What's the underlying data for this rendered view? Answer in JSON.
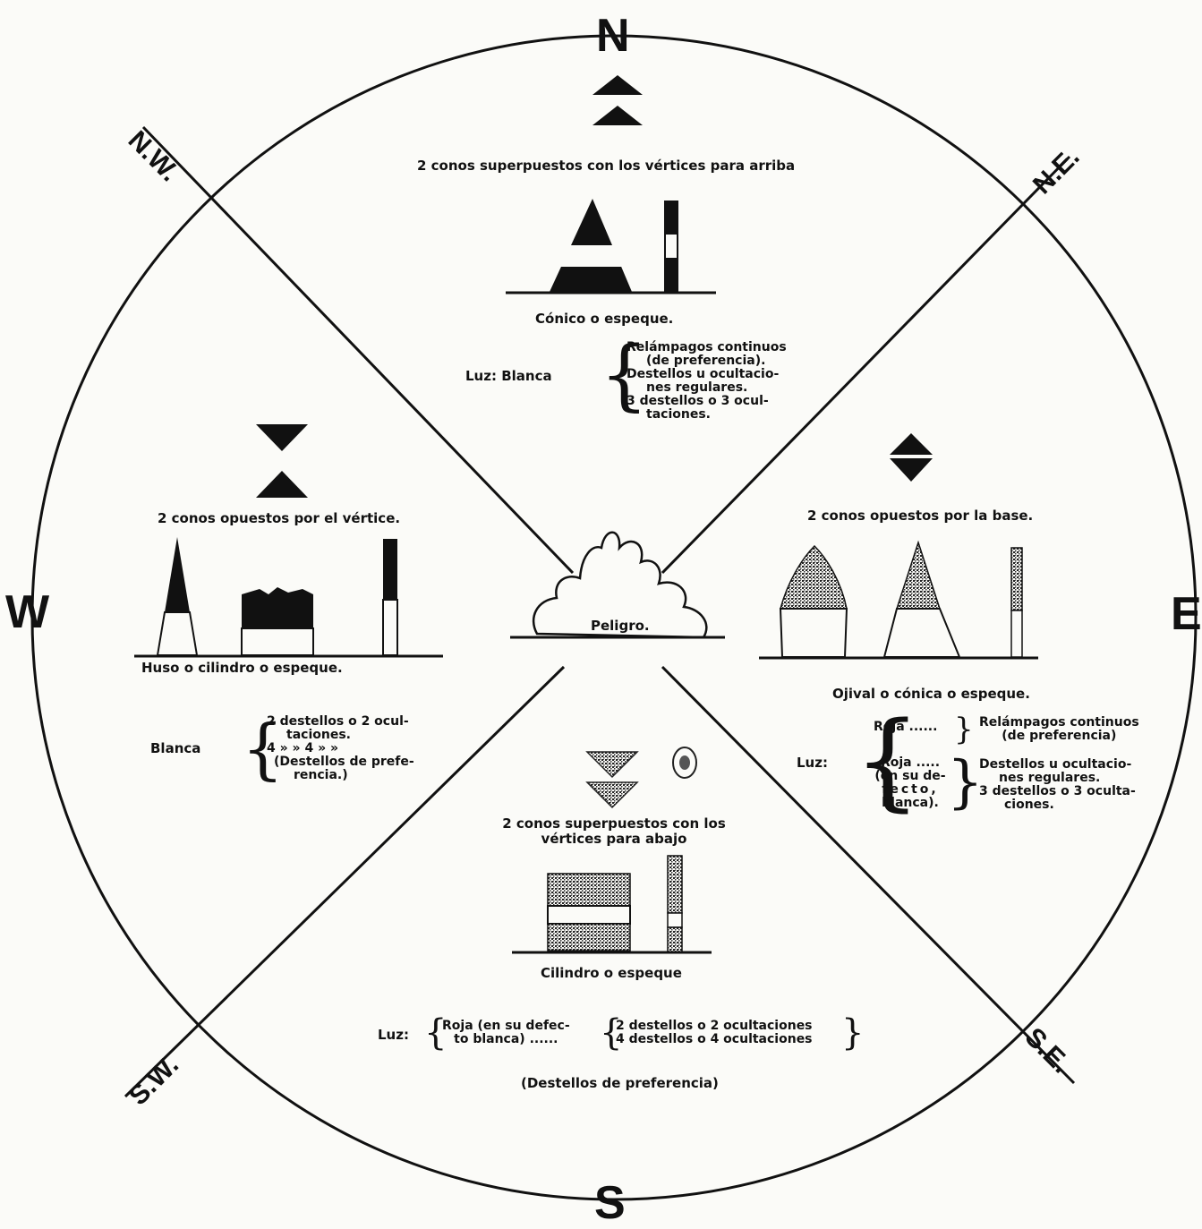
{
  "compass": {
    "n": "N",
    "s": "S",
    "e": "E",
    "w": "W",
    "ne": "N.E.",
    "nw": "N.W.",
    "se": "S.E.",
    "sw": "S.W."
  },
  "center": {
    "label": "Peligro."
  },
  "north": {
    "topmark": "2 conos superpuestos con los vértices para arriba",
    "shape": "Cónico o espeque.",
    "luz_label": "Luz: Blanca",
    "luz_lines": [
      "Relámpagos continuos",
      "(de preferencia).",
      "Destellos u ocultacio-",
      "nes regulares.",
      "3 destellos o 3 ocul-",
      "taciones."
    ]
  },
  "west": {
    "topmark": "2 conos opuestos por el vértice.",
    "shape": "Huso o cilindro o espeque.",
    "luz_label": "Blanca",
    "luz_lines": [
      "2 destellos o 2 ocul-",
      "taciones.",
      "4 » » 4 » »",
      "(Destellos de prefe-",
      "rencia.)"
    ]
  },
  "east": {
    "topmark": "2 conos opuestos por la base.",
    "shape": "Ojival o cónica o espeque.",
    "luz_label": "Luz:",
    "color1": "Roja ......",
    "color2_lines": [
      "Roja .....",
      "(en su de-",
      "fecto,",
      "blanca)."
    ],
    "light1_lines": [
      "Relámpagos continuos",
      "(de preferencia)"
    ],
    "light2_lines": [
      "Destellos u ocultacio-",
      "nes regulares.",
      "3 destellos o 3 oculta-",
      "ciones."
    ]
  },
  "south": {
    "topmark_line1": "2 conos superpuestos con los",
    "topmark_line2": "vértices para abajo",
    "shape": "Cilindro o espeque",
    "luz_label": "Luz:",
    "color_lines": [
      "Roja (en su defec-",
      "to blanca) ......"
    ],
    "light_lines": [
      "2 destellos o 2 ocultaciones",
      "4 destellos o 4 ocultaciones"
    ],
    "note": "(Destellos de preferencia)"
  },
  "colors": {
    "ink": "#111111",
    "paper": "#fbfbf8",
    "stipple": "#3a3a3a"
  }
}
